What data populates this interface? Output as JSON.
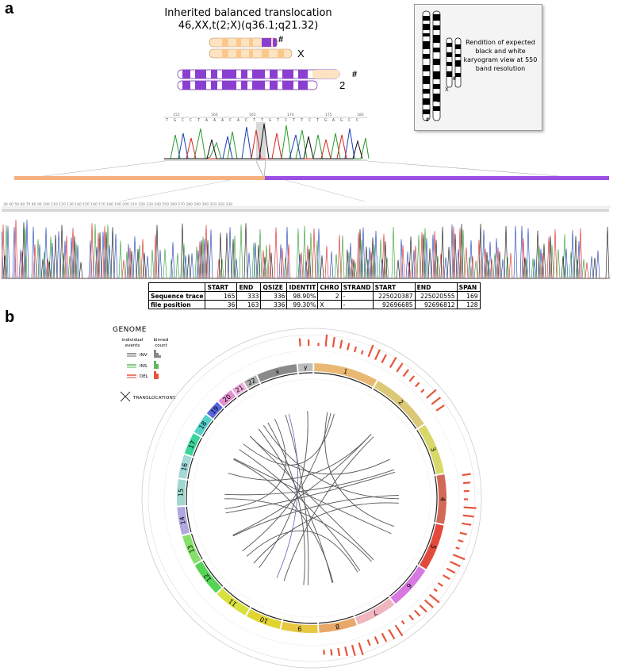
{
  "panel_a": {
    "label": "a",
    "title_line1": "Inherited balanced translocation",
    "title_line2": "46,XX,t(2;X)(q36.1;q21.32)",
    "chrom_labels": {
      "x_label": "X",
      "two_label": "2",
      "hash1": "#",
      "hash2": "#"
    },
    "karyogram_box": {
      "text": "Rendition of expected black and white karyogram view at 550 band resolution",
      "chrom_label_x": "X",
      "chrom_label_2": "2",
      "hash_a": "#",
      "hash_b": "#"
    },
    "small_trace_ticks": [
      "155",
      "160",
      "165",
      "170",
      "175",
      "180"
    ],
    "colors": {
      "chrX": "#fbc88c",
      "chr2": "#8a3fd0",
      "bar_orange": "#f6b17f",
      "bar_purple": "#9b4fe3"
    }
  },
  "alignment_table": {
    "headers": [
      "",
      "START",
      "END",
      "QSIZE",
      "IDENTITY",
      "CHRO",
      "STRAND",
      "START",
      "END",
      "SPAN"
    ],
    "header_display": [
      "",
      "START",
      "END",
      "QSIZE",
      "IDENTIT",
      "CHRO",
      "STRAND",
      "START",
      "END",
      "SPAN"
    ],
    "rows": [
      [
        "Sequence trace",
        "165",
        "333",
        "336",
        "98.90%",
        "2",
        "-",
        "225020387",
        "225020555",
        "169"
      ],
      [
        "file position",
        "36",
        "163",
        "336",
        "99.30%",
        "X",
        "-",
        "92696685",
        "92696812",
        "128"
      ]
    ]
  },
  "panel_b": {
    "label": "b",
    "legend": {
      "title": "GENOME",
      "individual_events": "individual events",
      "binned_count": "binned count",
      "inv": "INV",
      "ins": "INS",
      "del": "DEL",
      "translocations": "TRANSLOCATIONS"
    },
    "chromosomes": [
      {
        "name": "1",
        "color": "#e9b872",
        "size": 249
      },
      {
        "name": "2",
        "color": "#dcc978",
        "size": 243
      },
      {
        "name": "3",
        "color": "#d8d86a",
        "size": 198
      },
      {
        "name": "4",
        "color": "#d16a55",
        "size": 191
      },
      {
        "name": "5",
        "color": "#e34a3c",
        "size": 181
      },
      {
        "name": "6",
        "color": "#d779e0",
        "size": 171
      },
      {
        "name": "7",
        "color": "#f0b6c0",
        "size": 159
      },
      {
        "name": "8",
        "color": "#e8a86a",
        "size": 146
      },
      {
        "name": "9",
        "color": "#e8c840",
        "size": 141
      },
      {
        "name": "10",
        "color": "#e0d530",
        "size": 136
      },
      {
        "name": "11",
        "color": "#d8e040",
        "size": 135
      },
      {
        "name": "12",
        "color": "#55d455",
        "size": 133
      },
      {
        "name": "13",
        "color": "#86e06a",
        "size": 115
      },
      {
        "name": "14",
        "color": "#b2a8e0",
        "size": 107
      },
      {
        "name": "15",
        "color": "#a0d8d0",
        "size": 102
      },
      {
        "name": "16",
        "color": "#a2d8d8",
        "size": 90
      },
      {
        "name": "17",
        "color": "#3ad49a",
        "size": 83
      },
      {
        "name": "18",
        "color": "#55d0c8",
        "size": 80
      },
      {
        "name": "19",
        "color": "#5566dd",
        "size": 59
      },
      {
        "name": "20",
        "color": "#e090d0",
        "size": 63
      },
      {
        "name": "21",
        "color": "#f0b0e0",
        "size": 48
      },
      {
        "name": "22",
        "color": "#b0b0b0",
        "size": 51
      },
      {
        "name": "x",
        "color": "#8a8a8a",
        "size": 155
      },
      {
        "name": "y",
        "color": "#bdbdbd",
        "size": 57
      }
    ]
  }
}
